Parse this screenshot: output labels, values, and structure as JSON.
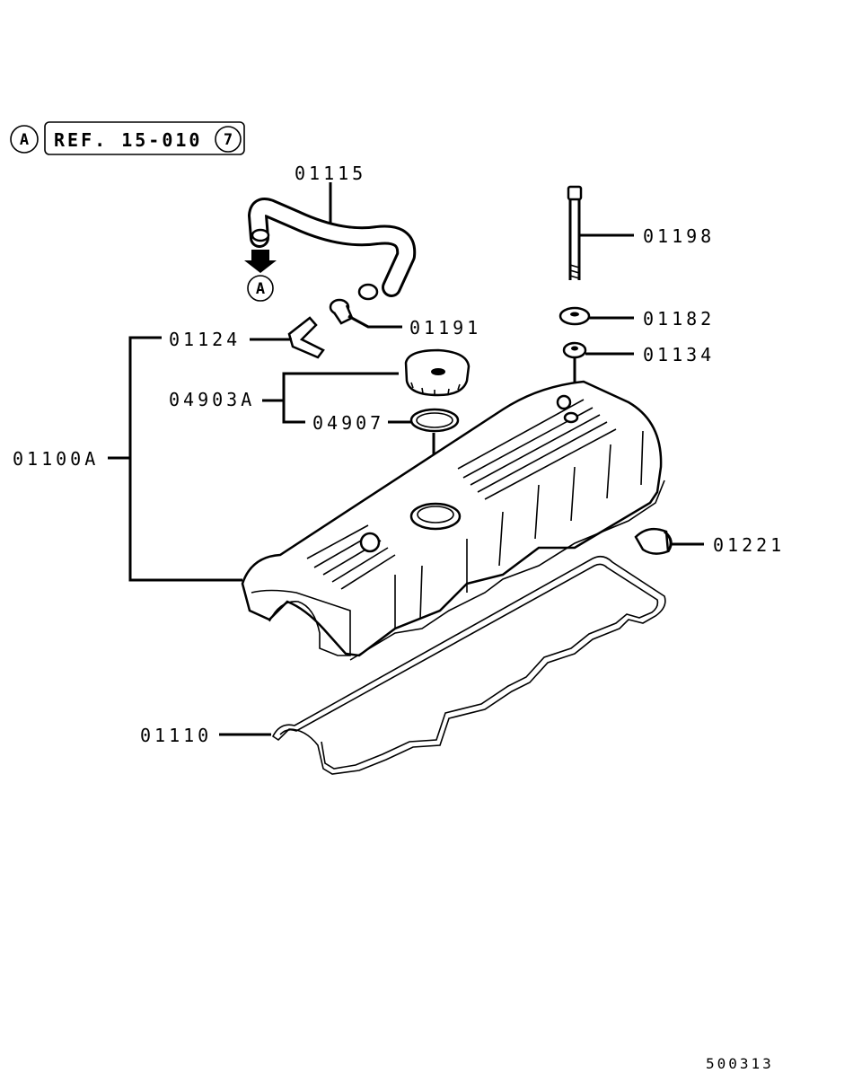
{
  "reference": {
    "circle_label": "A",
    "ref_text": "REF. 15-010",
    "ref_number": "7",
    "arrow_label": "A"
  },
  "callouts": {
    "hose": "01115",
    "bolt": "01198",
    "plug": "01191",
    "washer": "01182",
    "breather_elbow": "01124",
    "grommet": "01134",
    "cap_assy": "04903A",
    "cap_gasket": "04907",
    "cover_assy": "01100A",
    "half_moon_seal": "01221",
    "cover_gasket": "01110"
  },
  "diagram_code": "500313"
}
